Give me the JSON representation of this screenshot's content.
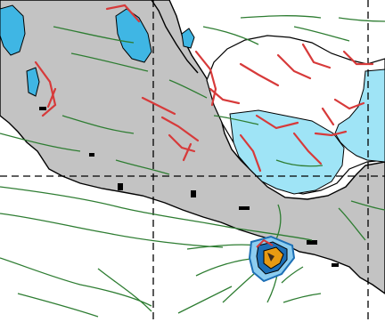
{
  "map": {
    "caption": "",
    "colors": {
      "background": "#ffffff",
      "land": "#c3c3c3",
      "coastline": "#000000",
      "water": "#9fe4f6",
      "lake": "#3fb6e4",
      "streamline": "#2e7d32",
      "front": "#d73a3a",
      "grid": "#000000",
      "storm_core": "#e89a12",
      "storm_ring": "#1d6fb5"
    },
    "legend": {
      "visible": false
    },
    "grid": {
      "style": "dashed",
      "visible": true
    },
    "features": [
      "land-mass",
      "ocean-water",
      "inland-lakes",
      "streamlines",
      "frontal-lines",
      "storm-cell"
    ]
  }
}
